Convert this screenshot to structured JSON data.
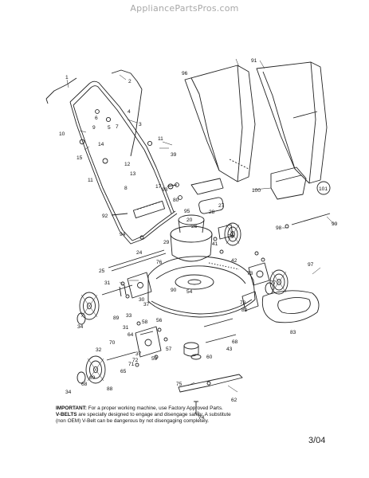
{
  "watermark": "AppliancePartsPros.com",
  "note": {
    "important_label": "IMPORTANT:",
    "important_text": "For a proper working machine, use Factory Approved Parts.",
    "vbelts_label": "V-BELTS",
    "vbelts_text": "are specially designed to engage and disengage safely. A substitute (non OEM) V-Belt can be dangerous by not disengaging completely."
  },
  "date_code": "3/04",
  "callouts": [
    "1",
    "2",
    "3",
    "4",
    "5",
    "6",
    "7",
    "8",
    "9",
    "10",
    "11",
    "11",
    "12",
    "13",
    "14",
    "15",
    "17",
    "20",
    "24",
    "25",
    "26",
    "27",
    "28",
    "29",
    "30",
    "31",
    "31",
    "32",
    "33",
    "34",
    "34",
    "37",
    "37",
    "39",
    "41",
    "42",
    "43",
    "54",
    "56",
    "57",
    "58",
    "59",
    "60",
    "62",
    "64",
    "65",
    "68",
    "68",
    "69",
    "70",
    "71",
    "72",
    "73",
    "74",
    "75",
    "76",
    "77",
    "78",
    "79",
    "80",
    "82",
    "83",
    "88",
    "89",
    "90",
    "91",
    "92",
    "93",
    "94",
    "95",
    "96",
    "97",
    "98",
    "99",
    "100",
    "101"
  ]
}
